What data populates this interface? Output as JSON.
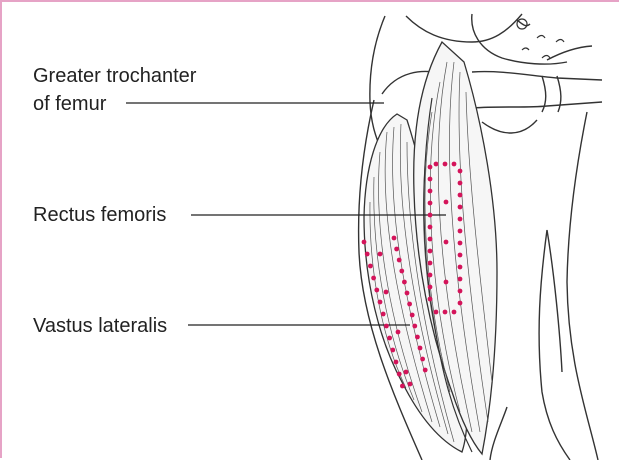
{
  "labels": {
    "greater_trochanter_line1": "Greater trochanter",
    "greater_trochanter_line2": "of femur",
    "rectus_femoris": "Rectus femoris",
    "vastus_lateralis": "Vastus lateralis"
  },
  "colors": {
    "frame": "#e6a3c6",
    "ink": "#222222",
    "trigger_point_dots": "#d4145a"
  },
  "icons": {
    "dot": "trigger-point-dot"
  }
}
